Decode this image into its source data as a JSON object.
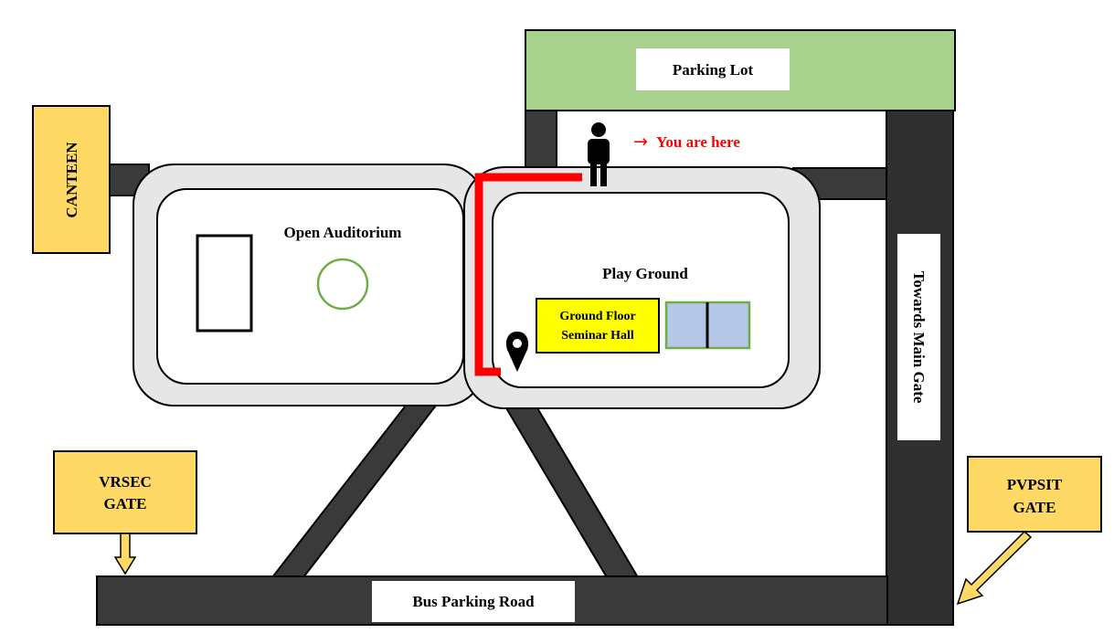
{
  "labels": {
    "parking_lot": "Parking Lot",
    "you_are_here": "You are here",
    "canteen": "CANTEEN",
    "open_auditorium": "Open Auditorium",
    "play_ground": "Play Ground",
    "seminar_hall_line1": "Ground Floor",
    "seminar_hall_line2": "Seminar Hall",
    "towards_main_gate": "Towards Main Gate",
    "vrsec_gate_line1": "VRSEC",
    "vrsec_gate_line2": "GATE",
    "pvpsit_gate_line1": "PVPSIT",
    "pvpsit_gate_line2": "GATE",
    "bus_parking_road": "Bus Parking Road"
  },
  "icons": {
    "you_arrow": "→",
    "person": "person-icon",
    "pin": "location-pin-icon"
  },
  "colors": {
    "road": "#3a3a3a",
    "parking": "#a9d18e",
    "building_fill": "#e6e6e6",
    "gate": "#ffd966",
    "route": "#ff0000",
    "seminar_hall": "#ffff00",
    "court": "#b4c7e7",
    "court_border": "#70ad47",
    "fountain": "#70ad47",
    "you_text": "#ff0000"
  }
}
